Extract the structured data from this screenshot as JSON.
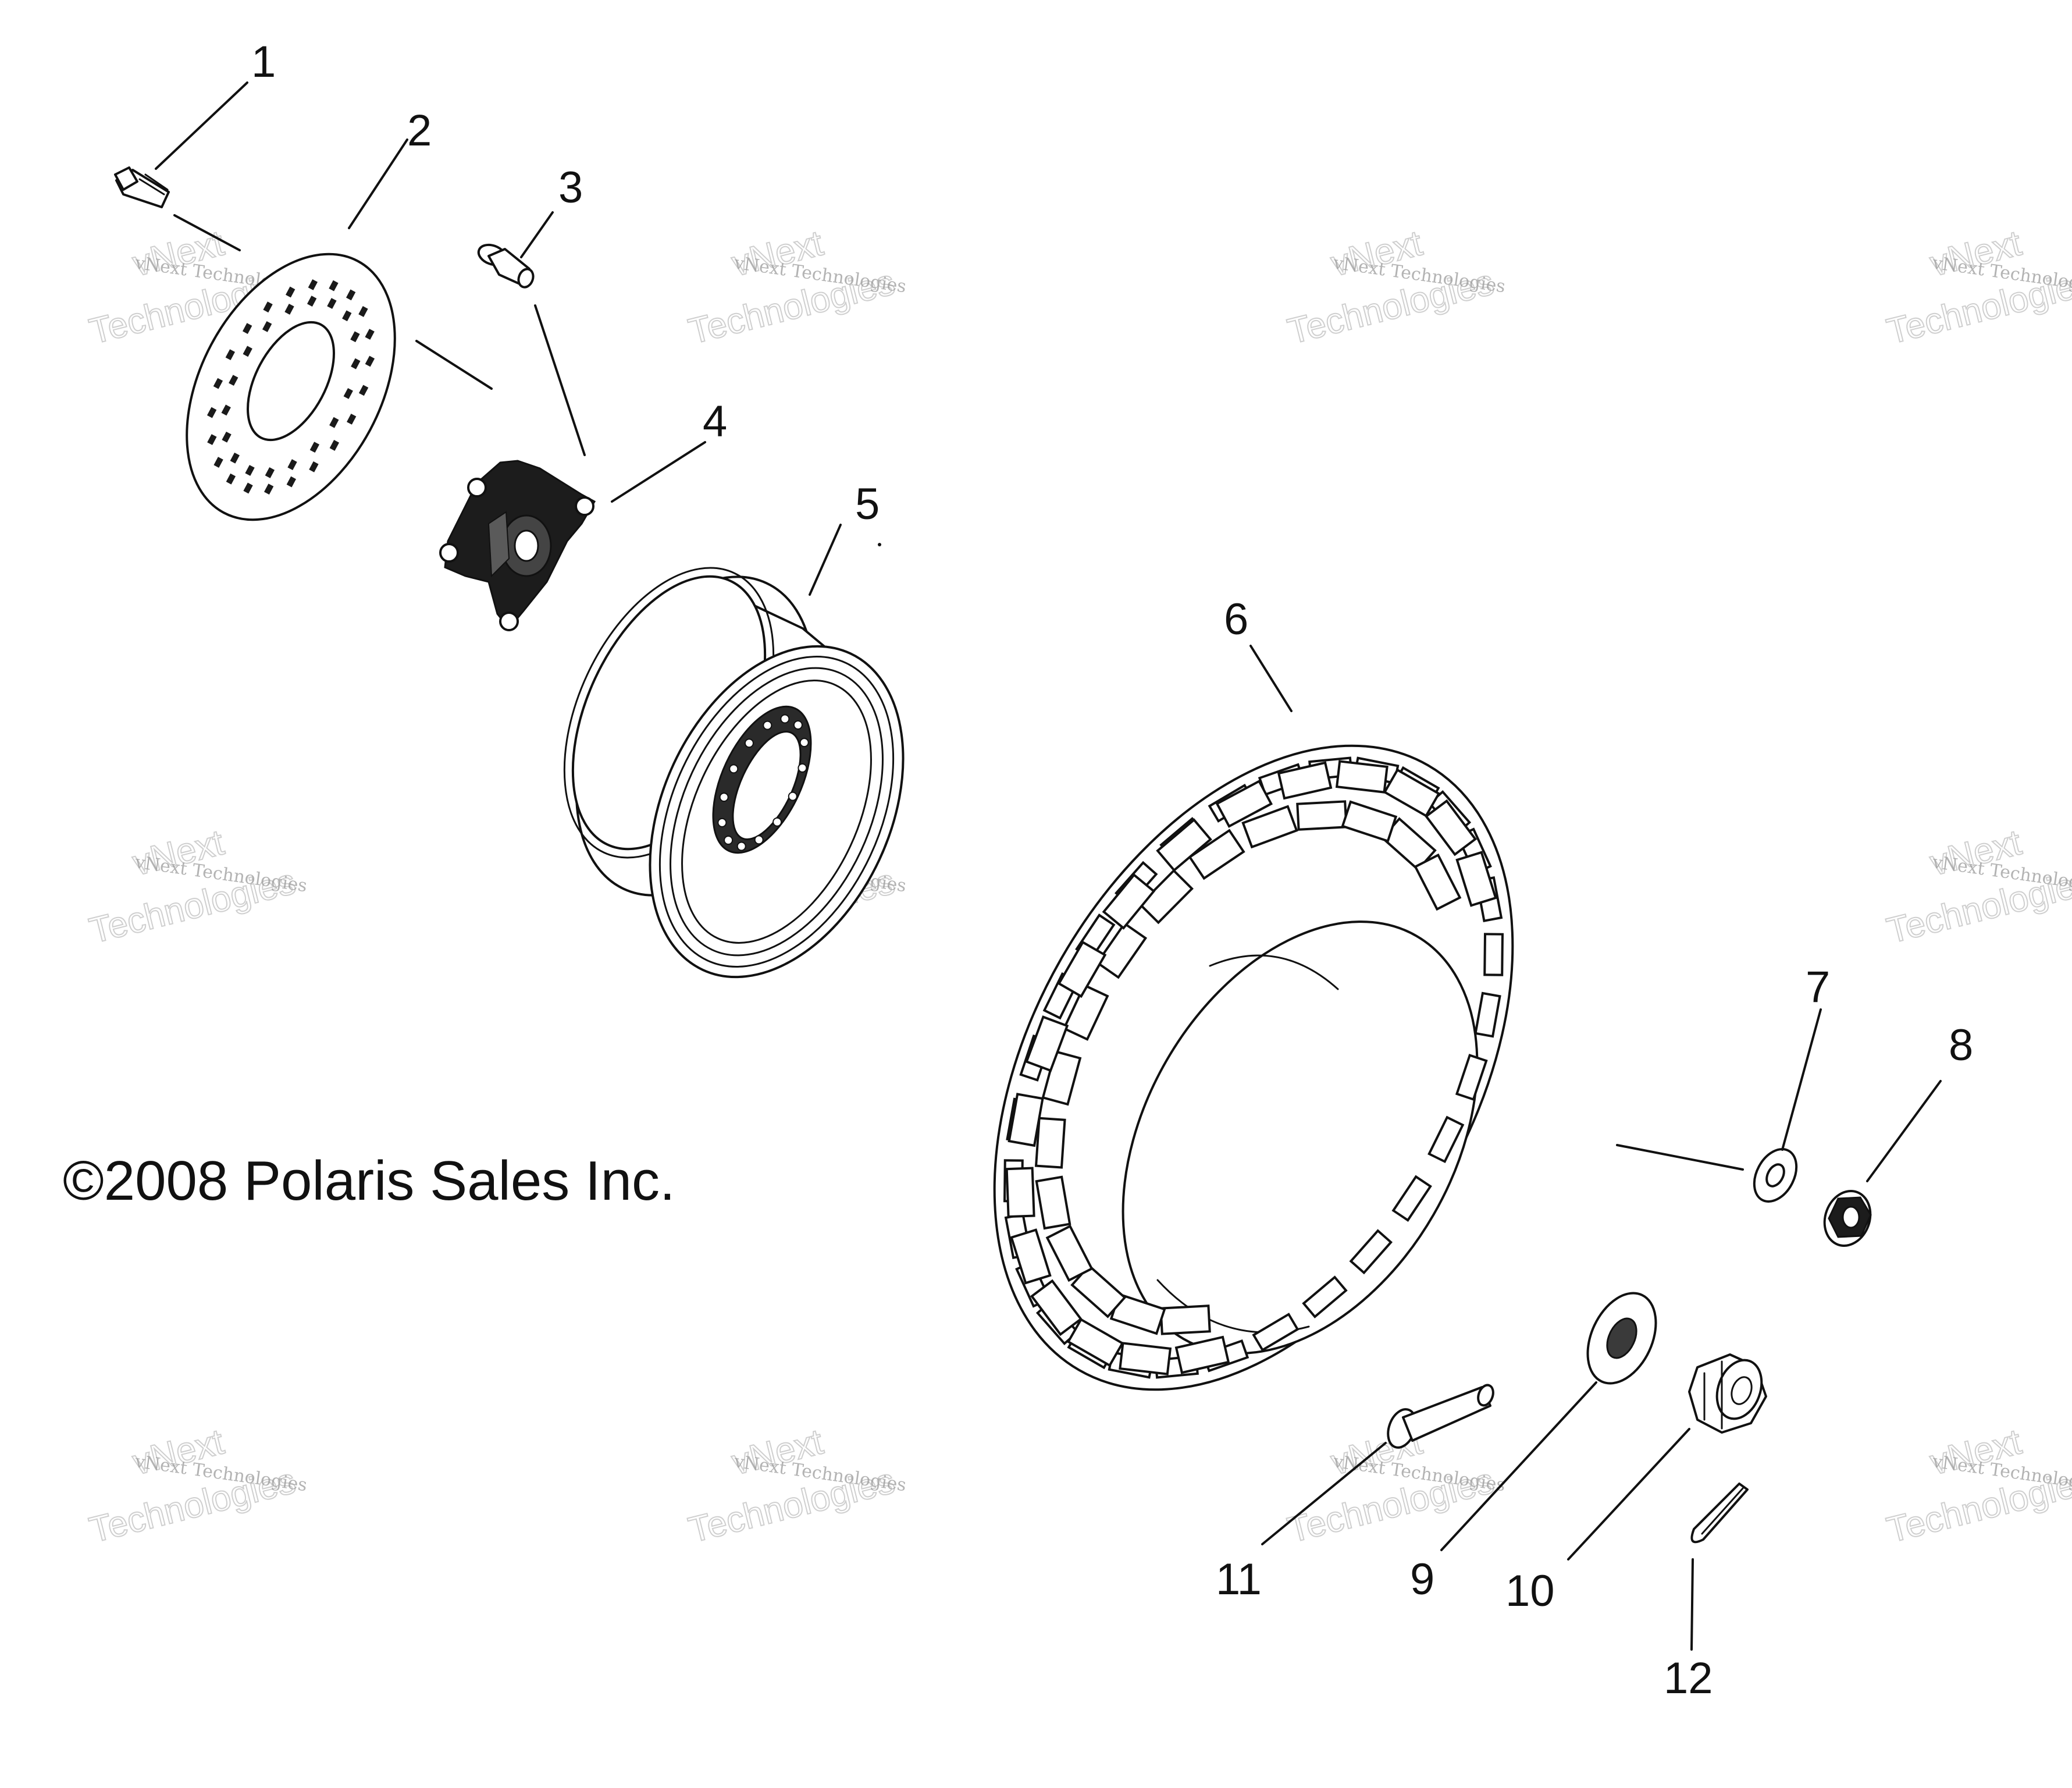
{
  "copyright": "©2008 Polaris Sales Inc.",
  "callouts": [
    "1",
    "2",
    "3",
    "4",
    "5",
    "6",
    "7",
    "8",
    "9",
    "10",
    "11",
    "12"
  ],
  "watermark": {
    "small": "vNext Technologies",
    "large_top": "vNext",
    "large_bottom": "Technologies"
  },
  "colors": {
    "line": "#111111",
    "background": "#ffffff",
    "watermark": "#9a9a9a"
  }
}
